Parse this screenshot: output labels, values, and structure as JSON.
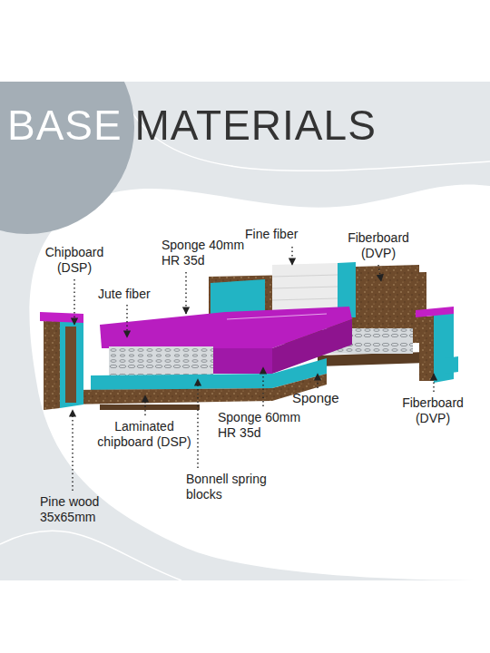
{
  "diagram": {
    "title": "BASE MATERIALS",
    "labels": [
      "Fine fiber",
      "Fiberboard (DVP)",
      "Sponge 40mm HR 35d",
      "Chipboard (DSP)",
      "Jute fiber",
      "Sponge",
      "Fiberboard (DVP)",
      "Sponge 60mm HR 35d",
      "Laminated chipboard (DSP)",
      "Bonnell spring blocks",
      "Pine wood 35x65mm"
    ]
  }
}
